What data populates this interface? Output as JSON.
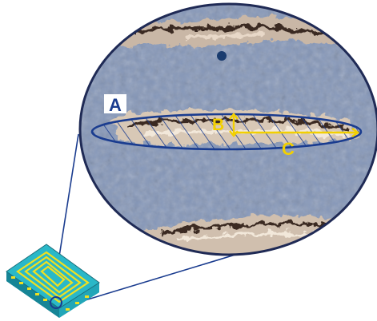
{
  "figure": {
    "labels": {
      "a": "A",
      "b": "B",
      "c": "C"
    },
    "colors": {
      "outline": "#1a3c8f",
      "annotation": "#f2d000",
      "label_a_text": "#1a3c8f",
      "label_a_bg": "#ffffff",
      "magnified_background": "#8496b8",
      "speckle_dark": "#3a2a20",
      "speckle_light": "#e8d8c8",
      "chip_top": "#2ab8c8",
      "chip_side": "#1a8fa0",
      "chip_pattern": "#f0e020"
    },
    "icons": {
      "chip": "chip-package-icon",
      "magnifier": "magnification-callout-icon"
    }
  }
}
